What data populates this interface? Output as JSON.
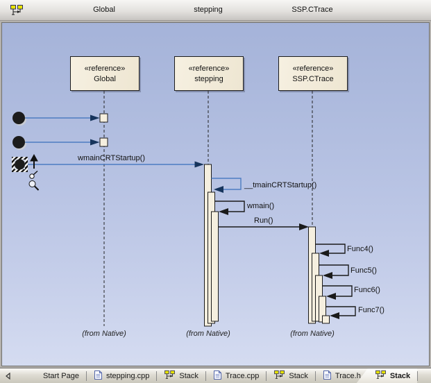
{
  "header": {
    "columns": [
      {
        "label": "Global"
      },
      {
        "label": "stepping"
      },
      {
        "label": "SSP.CTrace"
      }
    ]
  },
  "lifelines": [
    {
      "stereotype": "«reference»",
      "name": "Global",
      "origin": "(from Native)"
    },
    {
      "stereotype": "«reference»",
      "name": "stepping",
      "origin": "(from Native)"
    },
    {
      "stereotype": "«reference»",
      "name": "SSP.CTrace",
      "origin": "(from Native)"
    }
  ],
  "messages": {
    "wmain_crt_startup": "wmainCRTStartup()",
    "tmain_crt_startup": "__tmainCRTStartup()",
    "wmain": "wmain()",
    "run": "Run()",
    "func4": "Func4()",
    "func5": "Func5()",
    "func6": "Func6()",
    "func7": "Func7()"
  },
  "tabs": [
    {
      "label": "Start Page",
      "icon": "none",
      "active": false
    },
    {
      "label": "stepping.cpp",
      "icon": "document-icon",
      "active": false
    },
    {
      "label": "Stack",
      "icon": "sequence-diagram-icon",
      "active": false
    },
    {
      "label": "Trace.cpp",
      "icon": "document-icon",
      "active": false
    },
    {
      "label": "Stack",
      "icon": "sequence-diagram-icon",
      "active": false
    },
    {
      "label": "Trace.h",
      "icon": "document-icon",
      "active": false
    },
    {
      "label": "Stack",
      "icon": "sequence-diagram-icon",
      "active": true
    }
  ],
  "icons": {
    "header_icon": "sequence-diagram-icon",
    "nav_button": "left-arrow-icon",
    "selection_adornments": [
      "up-arrow-icon",
      "hand-pointer-icon",
      "magnifier-icon"
    ]
  },
  "colors": {
    "message_blue": "#4d7cc1",
    "arrowhead_navy": "#16345c",
    "message_black": "#1a1a1a",
    "activation_fill": "#f5efdf",
    "reference_box_fill": "#f2ecdb",
    "canvas_top": "#a5b3d9",
    "canvas_bottom": "#d5dcf1",
    "tab_icon_yellow": "#e8e400"
  }
}
